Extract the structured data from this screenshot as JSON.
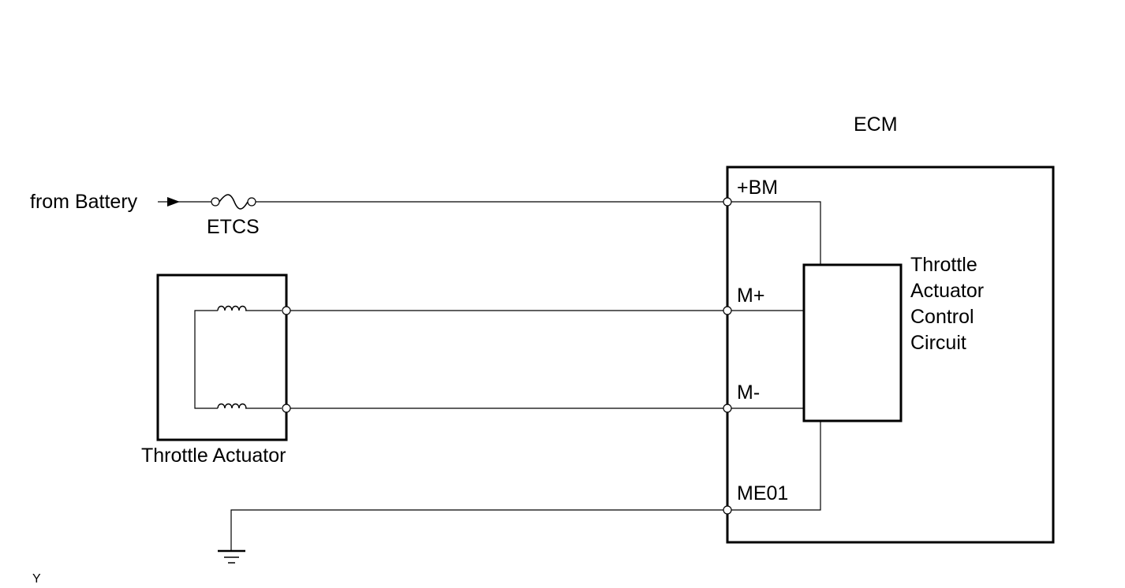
{
  "ecm": {
    "title": "ECM"
  },
  "source": {
    "label": "from Battery"
  },
  "fuse": {
    "label": "ETCS"
  },
  "pins": {
    "bm": "+BM",
    "m_plus": "M+",
    "m_minus": "M-",
    "me01": "ME01"
  },
  "circuit": {
    "line1": "Throttle",
    "line2": "Actuator",
    "line3": "Control",
    "line4": "Circuit"
  },
  "actuator": {
    "label": "Throttle Actuator"
  },
  "corner_mark": "Y"
}
